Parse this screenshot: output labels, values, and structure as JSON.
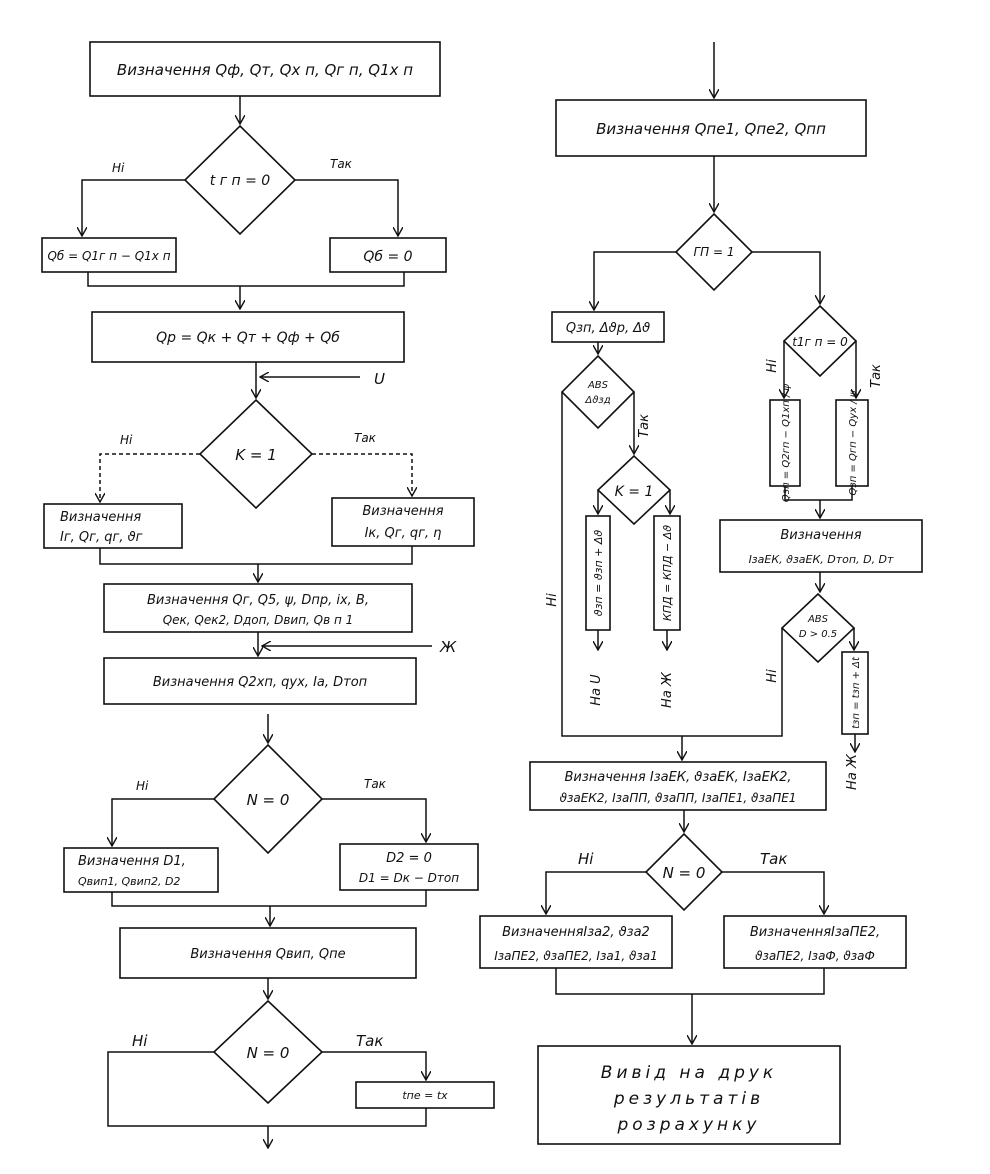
{
  "left": {
    "b1": "Визначення Qф, Qт, Qх п, Qг п, Q1х п",
    "d1": "t г п = 0",
    "d1_no": "Ні",
    "d1_yes": "Так",
    "b2a": "Qб = Q1г п − Q1х п",
    "b2b": "Qб = 0",
    "b3": "Qр = Qк + Qт + Qф + Qб",
    "arrow_u": "U",
    "d2": "K = 1",
    "d2_no": "Ні",
    "d2_yes": "Так",
    "b4a_l1": "Визначення",
    "b4a_l2": "Iг, Qг, qг, ϑг",
    "b4b_l1": "Визначення",
    "b4b_l2": "Iк, Qг, qг, η",
    "b5_l1": "Визначення Qг, Q5, ψ, Dпр, iх, B,",
    "b5_l2": "Qек, Qек2, Dдоп, Dвип, Qв п 1",
    "arrow_zh": "Ж",
    "b6": "Визначення Q2хп, qух, Iа, Dтоп",
    "d3": "N = 0",
    "d3_no": "Ні",
    "d3_yes": "Так",
    "b7a_l1": "Визначення D1,",
    "b7a_l2": "Qвип1, Qвип2, D2",
    "b7b_l1": "D2 = 0",
    "b7b_l2": "D1 = Dк − Dтоп",
    "b8": "Визначення Qвип, Qпе",
    "d4": "N = 0",
    "d4_no": "Ні",
    "d4_yes": "Так",
    "b9": "tпе = tх"
  },
  "right": {
    "b1": "Визначення Qпе1, Qпе2, Qпп",
    "d1": "ГП = 1",
    "b2": "Qзп, Δϑр, Δϑ",
    "d2_l1": "ABS",
    "d2_l2": "Δϑзд",
    "d2_yes": "Так",
    "d3": "K = 1",
    "v1": "ϑзп = ϑзп + Δϑ",
    "v2": "КПД = КПД − Δϑ",
    "hi_long": "Ні",
    "na_u": "На U",
    "na_zh1": "На Ж",
    "d4": "t1г п = 0",
    "d4_no": "Ні",
    "d4_yes": "Так",
    "v3": "Qзп = Q2гп − Q1хп / ψ",
    "v4": "Qзп = Qгп − Qух / ψ",
    "b3_l1": "Визначення",
    "b3_l2": "IзаЕК, ϑзаЕК, Dтоп, D, Dт",
    "d5_l1": "ABS",
    "d5_l2": "D > 0.5",
    "d5_no": "Ні",
    "v5": "tзп = tзп + Δt",
    "na_zh2": "На Ж",
    "b4_l1": "Визначення IзаЕК, ϑзаЕК, IзаЕК2,",
    "b4_l2": "ϑзаЕК2, IзаПП, ϑзаПП, IзаПЕ1, ϑзаПЕ1",
    "d6": "N = 0",
    "d6_no": "Ні",
    "d6_yes": "Так",
    "b5a_l1": "ВизначенняIза2, ϑза2",
    "b5a_l2": "IзаПЕ2, ϑзаПЕ2, Iза1, ϑза1",
    "b5b_l1": "ВизначенняIзаПЕ2,",
    "b5b_l2": "ϑзаПЕ2, IзаФ, ϑзаФ",
    "out_l1": "Вивід на друк",
    "out_l2": "результатів",
    "out_l3": "розрахунку"
  }
}
